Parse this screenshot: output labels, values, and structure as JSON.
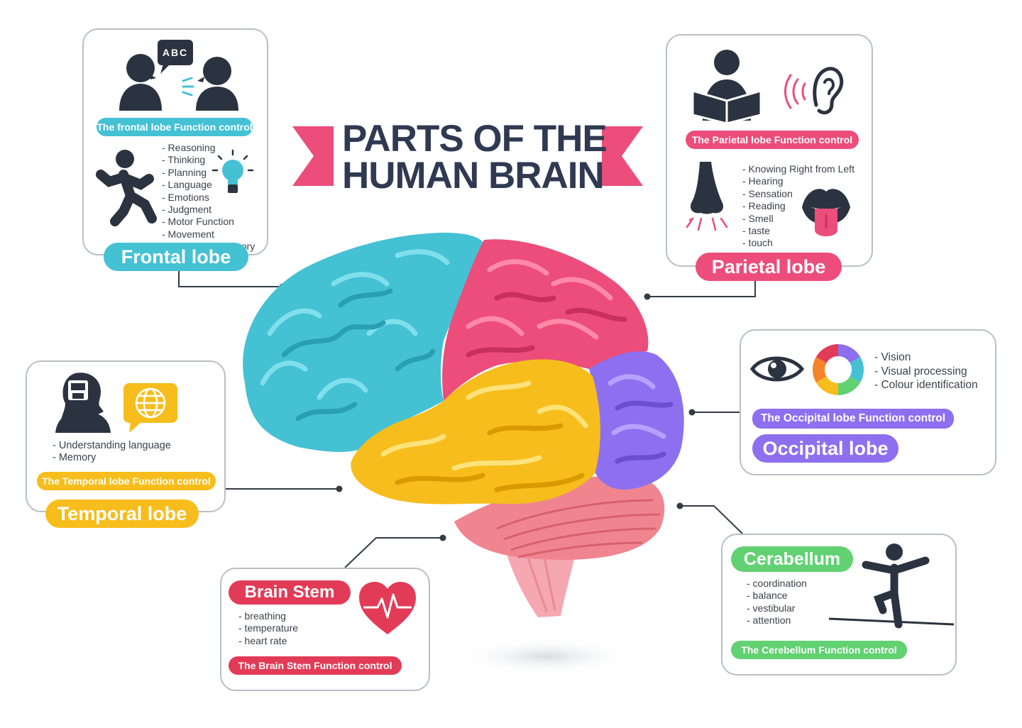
{
  "title": {
    "line1": "PARTS OF THE",
    "line2": "HUMAN BRAIN"
  },
  "colors": {
    "frontal": "#45c1d4",
    "parietal": "#ec4d7b",
    "occipital": "#8d6ff0",
    "temporal": "#f6bd1c",
    "cerebellum": "#61d171",
    "brainstem": "#e23b57",
    "ink": "#2b3340",
    "connector": "#333b45"
  },
  "frontal": {
    "name": "Frontal lobe",
    "function_label": "The frontal lobe Function control",
    "speech_text": "ABC",
    "items": [
      "- Reasoning",
      "- Thinking",
      "- Planning",
      "- Language",
      "- Emotions",
      "- Judgment",
      "- Motor Function",
      "- Movement",
      "- Short Term Memory"
    ],
    "icons": [
      "two-people-talking-icon",
      "speech-bubble-icon",
      "running-person-icon",
      "lightbulb-icon"
    ]
  },
  "parietal": {
    "name": "Parietal lobe",
    "function_label": "The Parietal lobe Function control",
    "items": [
      "- Knowing Right from Left",
      "- Hearing",
      "- Sensation",
      "- Reading",
      "- Smell",
      "- taste",
      "- touch"
    ],
    "icons": [
      "person-reading-icon",
      "ear-icon",
      "nose-icon",
      "tongue-icon"
    ]
  },
  "occipital": {
    "name": "Occipital lobe",
    "function_label": "The Occipital lobe Function control",
    "items": [
      "- Vision",
      "- Visual processing",
      "- Colour identification"
    ],
    "icons": [
      "eye-icon",
      "color-wheel-icon"
    ]
  },
  "temporal": {
    "name": "Temporal lobe",
    "function_label": "The Temporal lobe Function control",
    "items": [
      "- Understanding language",
      "- Memory"
    ],
    "icons": [
      "head-memory-icon",
      "globe-chat-icon"
    ]
  },
  "brainstem": {
    "name": "Brain Stem",
    "function_label": "The Brain Stem Function control",
    "items": [
      "- breathing",
      "- temperature",
      "- heart rate"
    ],
    "icons": [
      "heart-rate-icon"
    ]
  },
  "cerebellum": {
    "name": "Cerabellum",
    "function_label": "The Cerebellum Function control",
    "items": [
      "- coordination",
      "- balance",
      "- vestibular",
      "- attention"
    ],
    "icons": [
      "balancing-person-icon"
    ]
  }
}
